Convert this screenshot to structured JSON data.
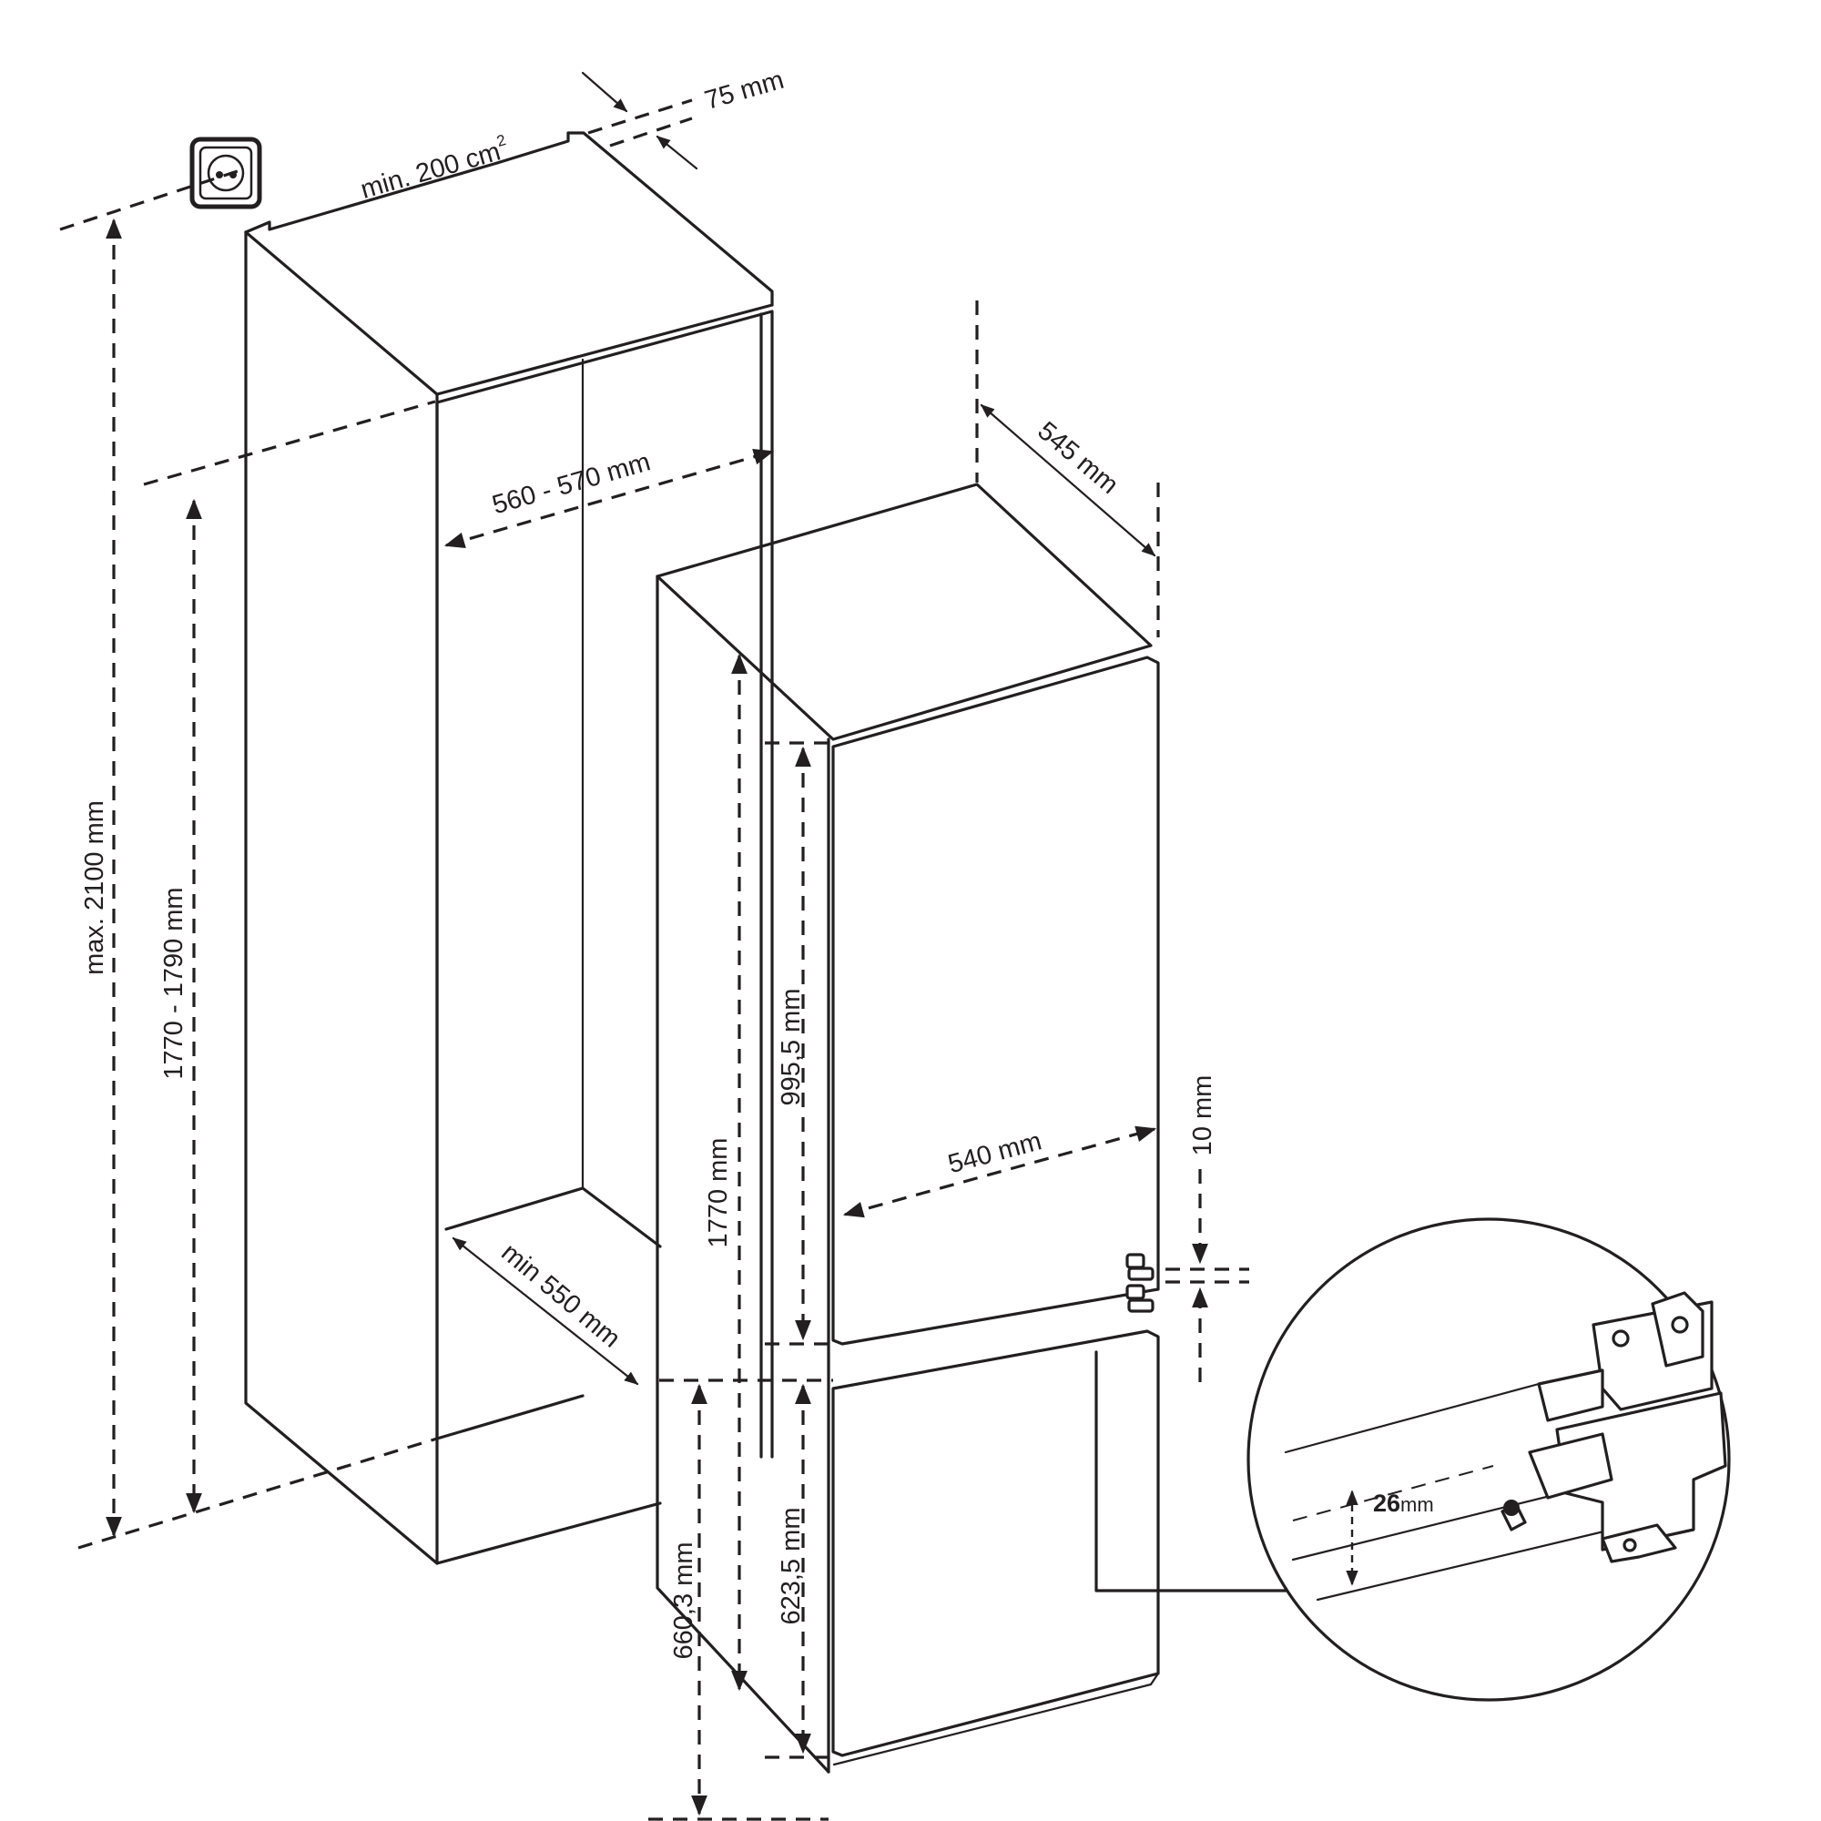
{
  "dimensions": {
    "vent_area": "min. 200 cm",
    "vent_area_sup": "2",
    "vent_gap": "75 mm",
    "niche_height_max": "max. 2100 mm",
    "niche_height": "1770 - 1790 mm",
    "niche_width": "560 - 570 mm",
    "niche_depth": "min 550 mm",
    "appliance_depth": "545 mm",
    "appliance_width": "540 mm",
    "appliance_height": "1770 mm",
    "upper_door_height": "995,5 mm",
    "lower_door_height": "623,5 mm",
    "lower_section_height": "660,3 mm",
    "door_gap": "10 mm",
    "hinge_offset_value": "26",
    "hinge_offset_unit": "mm"
  },
  "icons": [
    "power-socket-icon",
    "hinge-detail-illustration"
  ]
}
